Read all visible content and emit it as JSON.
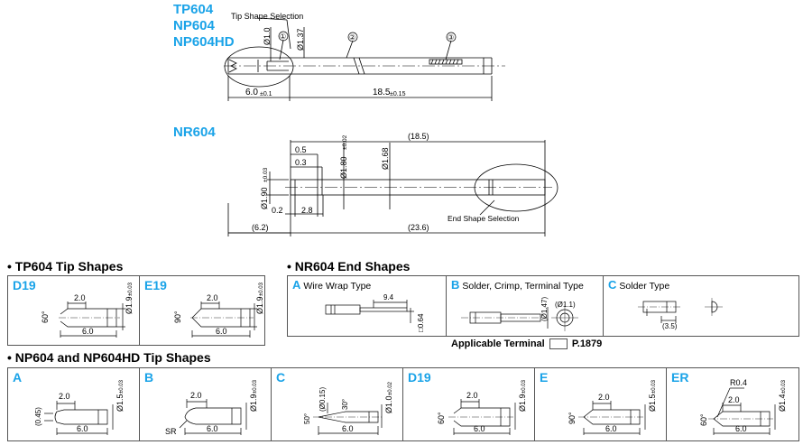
{
  "models": {
    "tp": "TP604",
    "np": "NP604",
    "nphd": "NP604HD",
    "nr": "NR604"
  },
  "top": {
    "tip_shape_selection": "Tip Shape Selection",
    "d1": "Ø1.0",
    "d2": "Ø1.37",
    "c1": "①",
    "c2": "②",
    "c3": "③",
    "len_a": "6.0",
    "len_a_tol": "±0.1",
    "len_b": "18.5",
    "len_b_tol": "±0.15"
  },
  "nr": {
    "d_total": "(18.5)",
    "d05": "0.5",
    "d03": "0.3",
    "dia180": "Ø1.80",
    "dia180_tol": "±0.02",
    "dia168": "Ø1.68",
    "dia190": "Ø1.90",
    "dia190_tol": "±0.03",
    "d02": "0.2",
    "d28": "2.8",
    "d62": "(6.2)",
    "d236": "(23.6)",
    "end_shape_selection": "End Shape Selection"
  },
  "sections": {
    "tp_tips": "• TP604 Tip Shapes",
    "nr_ends": "• NR604 End Shapes",
    "np_tips": "• NP604 and NP604HD Tip Shapes"
  },
  "tp_tips": [
    {
      "code": "D19",
      "angle": "60°",
      "len2": "2.0",
      "len6": "6.0",
      "dia": "Ø1.9",
      "tol": "±0.03"
    },
    {
      "code": "E19",
      "angle": "90°",
      "len2": "2.0",
      "len6": "6.0",
      "dia": "Ø1.9",
      "tol": "±0.03"
    }
  ],
  "nr_ends": [
    {
      "code": "A",
      "label": "Wire Wrap Type",
      "dim1": "9.4",
      "dim2": "□0.64"
    },
    {
      "code": "B",
      "label": "Solder, Crimp, Terminal Type",
      "dim1": "(Ø1.1)",
      "dim2": "(Ø1.47)"
    },
    {
      "code": "C",
      "label": "Solder Type",
      "dim1": "(3.5)"
    }
  ],
  "applicable_terminal": "Applicable Terminal",
  "page_ref": "P.1879",
  "np_tips": [
    {
      "code": "A",
      "len2": "2.0",
      "len6": "6.0",
      "dia": "Ø1.5",
      "tol": "±0.03",
      "extra": "(0.45)"
    },
    {
      "code": "B",
      "len2": "2.0",
      "len6": "6.0",
      "dia": "Ø1.9",
      "tol": "±0.03",
      "extra": "SR"
    },
    {
      "code": "C",
      "len2": "",
      "len6": "6.0",
      "dia": "Ø1.0",
      "tol": "±0.02",
      "extra": "(Ø0.15)",
      "ang1": "50°",
      "ang2": "30°"
    },
    {
      "code": "D19",
      "len2": "2.0",
      "len6": "6.0",
      "dia": "Ø1.9",
      "tol": "±0.03",
      "angle": "60°"
    },
    {
      "code": "E",
      "len2": "2.0",
      "len6": "6.0",
      "dia": "Ø1.5",
      "tol": "±0.03",
      "angle": "90°"
    },
    {
      "code": "ER",
      "len2": "2.0",
      "len6": "6.0",
      "dia": "Ø1.4",
      "tol": "±0.03",
      "angle": "60°",
      "extra": "R0.4"
    }
  ]
}
